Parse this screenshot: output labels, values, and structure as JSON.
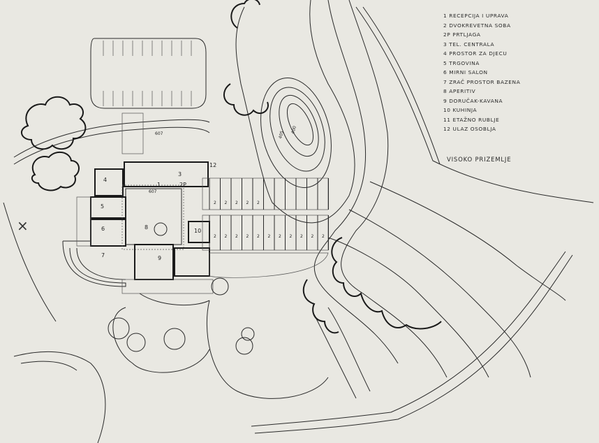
{
  "legend": {
    "items": [
      "1 RECEPCIJA I UPRAVA",
      "2 DVOKREVETNA SOBA",
      "2P PRTLJAGA",
      "3 TEL. CENTRALA",
      "4 PROSTOR ZA DJECU",
      "5 TRGOVINA",
      "6 MIRNI SALON",
      "7 ZRAČ PROSTOR BAZENA",
      "8 APERITIV",
      "9 DORUČAK-KAVANA",
      "10 KUHINJA",
      "11 ETAŽNO RUBLJE",
      "12 ULAZ OSOBLJA"
    ]
  },
  "level_label": "VISOKO PRIZEMLJE",
  "plan": {
    "contour_labels": [
      "405",
      "400"
    ],
    "elevation_labels": [
      "607",
      "607"
    ],
    "room_labels": {
      "r1": "1",
      "r2p": "2P",
      "r3": "3",
      "r4": "4",
      "r5": "5",
      "r6": "6",
      "r7": "7",
      "r8": "8",
      "r9": "9",
      "r10": "10",
      "r12": "12"
    },
    "room2_labels": [
      "2",
      "2",
      "2",
      "2",
      "2",
      "2",
      "2",
      "2",
      "2",
      "2",
      "2",
      "2",
      "2",
      "2",
      "2",
      "2"
    ],
    "north_mark": "×"
  }
}
